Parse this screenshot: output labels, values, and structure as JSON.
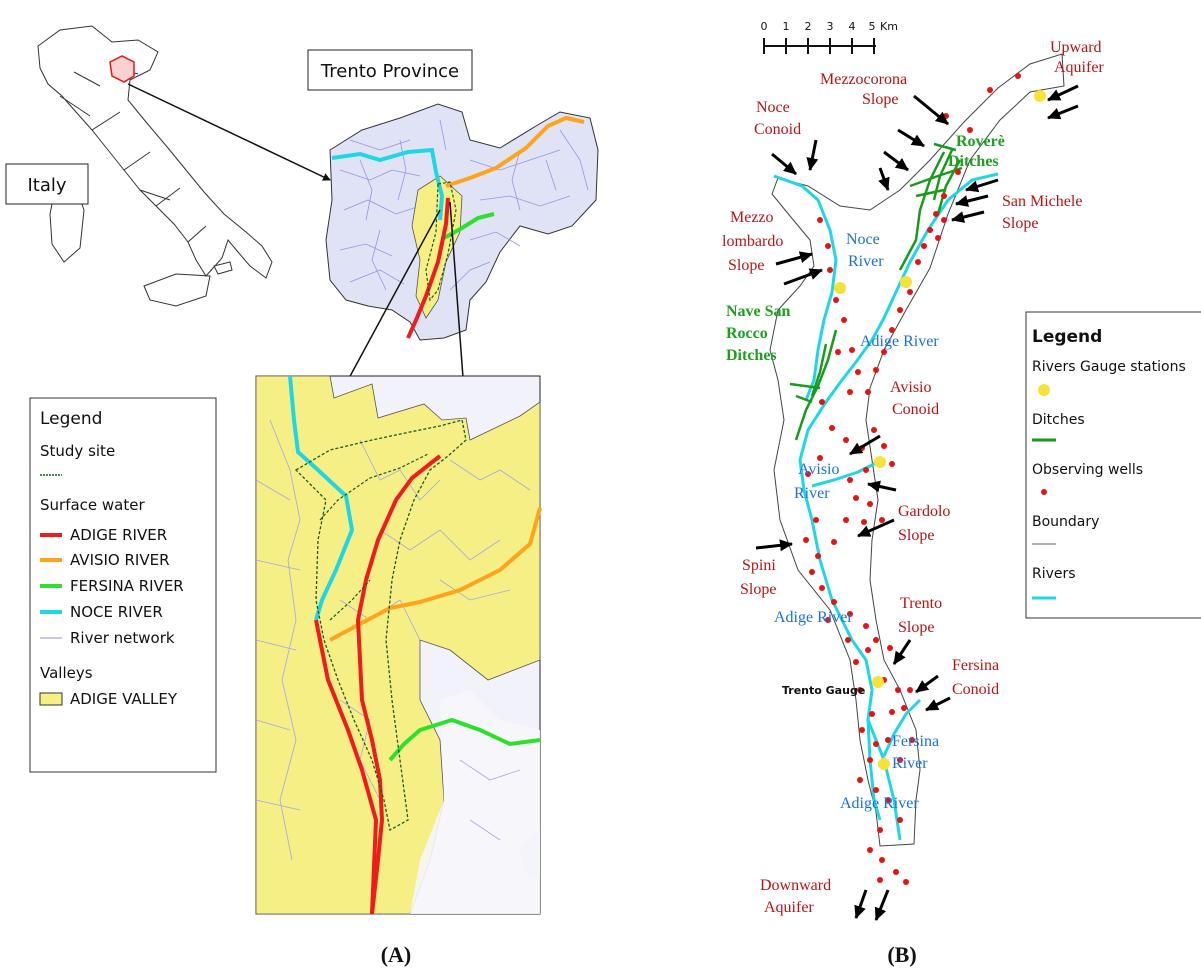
{
  "panelA": {
    "caption": "(A)",
    "italy_label": "Italy",
    "trento_label": "Trento Province",
    "legend": {
      "title": "Legend",
      "study_site": "Study site",
      "surface_water": "Surface water",
      "rivers": [
        {
          "label": "ADIGE RIVER",
          "color": "#ee1c1c"
        },
        {
          "label": "AVISIO RIVER",
          "color": "#ffa31a"
        },
        {
          "label": "FERSINA RIVER",
          "color": "#2ee02e"
        },
        {
          "label": "NOCE RIVER",
          "color": "#1fd6e6"
        }
      ],
      "river_network": "River network",
      "valleys": "Valleys",
      "adige_valley": "ADIGE VALLEY"
    }
  },
  "panelB": {
    "caption": "(B)",
    "scalebar": {
      "ticks": [
        "0",
        "1",
        "2",
        "3",
        "4",
        "5"
      ],
      "unit": "Km"
    },
    "legend": {
      "title": "Legend",
      "items": [
        "Rivers Gauge stations",
        "Ditches",
        "Observing wells",
        "Boundary",
        "Rivers"
      ]
    },
    "labels": {
      "upward_aquifer": [
        "Upward",
        "Aquifer"
      ],
      "mezzocorona_slope": [
        "Mezzocorona",
        "Slope"
      ],
      "noce_conoid": [
        "Noce",
        "Conoid"
      ],
      "rovere_ditches": [
        "Roverè",
        "Ditches"
      ],
      "san_michele_slope": [
        "San Michele",
        "Slope"
      ],
      "mezzo_lombardo_slope": [
        "Mezzo",
        "lombardo",
        "Slope"
      ],
      "noce_river": [
        "Noce",
        "River"
      ],
      "nave_san_rocco_ditches": [
        "Nave San",
        "Rocco",
        "Ditches"
      ],
      "adige_river_1": "Adige River",
      "avisio_conoid": [
        "Avisio",
        "Conoid"
      ],
      "avisio_river": [
        "Avisio",
        "River"
      ],
      "gardolo_slope": [
        "Gardolo",
        "Slope"
      ],
      "spini_slope": [
        "Spini",
        "Slope"
      ],
      "adige_river_2": "Adige River",
      "trento_slope": [
        "Trento",
        "Slope"
      ],
      "fersina_conoid": [
        "Fersina",
        "Conoid"
      ],
      "trento_gauge": "Trento Gauge",
      "fersina_river": [
        "Fersina",
        "River"
      ],
      "adige_river_3": "Adige River",
      "downward_aquifer": [
        "Downward",
        "Aquifer"
      ]
    },
    "colors": {
      "label_red": "#b81414",
      "label_blue": "#1c6fe0",
      "label_green": "#1f9e1f",
      "well": "#e31414",
      "gauge": "#f5e23a",
      "ditch": "#1a9a1a",
      "river": "#1fd6e6"
    }
  }
}
